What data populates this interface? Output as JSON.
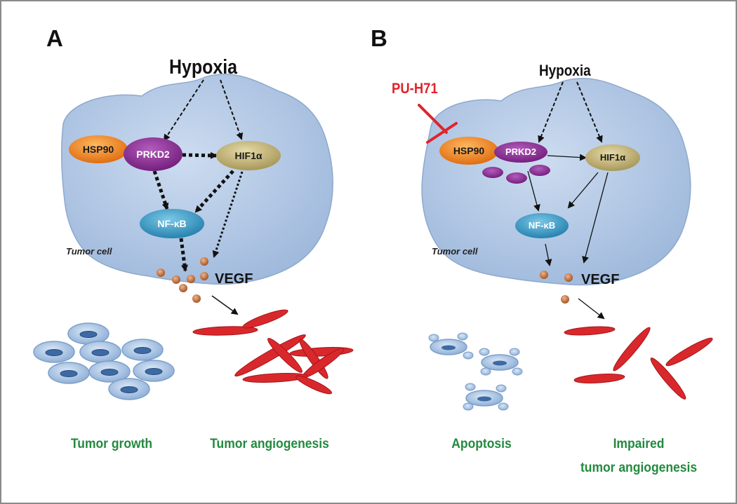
{
  "panel_a": {
    "letter": "A",
    "stimulus": "Hypoxia",
    "nodes": {
      "hsp90": "HSP90",
      "prkd2": "PRKD2",
      "hif1a": "HIF1α",
      "nfkb": "NF-κB"
    },
    "cell_label": "Tumor cell",
    "vegf": "VEGF",
    "outcome_left": "Tumor growth",
    "outcome_right": "Tumor angiogenesis"
  },
  "panel_b": {
    "letter": "B",
    "inhibitor": "PU-H71",
    "stimulus": "Hypoxia",
    "nodes": {
      "hsp90": "HSP90",
      "prkd2": "PRKD2",
      "hif1a": "HIF1α",
      "nfkb": "NF-κB"
    },
    "cell_label": "Tumor cell",
    "vegf": "VEGF",
    "outcome_left": "Apoptosis",
    "outcome_right_line1": "Impaired",
    "outcome_right_line2": "tumor angiogenesis"
  },
  "colors": {
    "cell_fill": "#b9cde6",
    "hsp90": "#f08a1e",
    "prkd2": "#8e2b96",
    "hif1a": "#c7b87a",
    "nfkb": "#3c9fc9",
    "vessel": "#d9282c",
    "outcome_text": "#238a3e",
    "inhibitor": "#e0242a",
    "vegf_particle": "#c8733c"
  }
}
